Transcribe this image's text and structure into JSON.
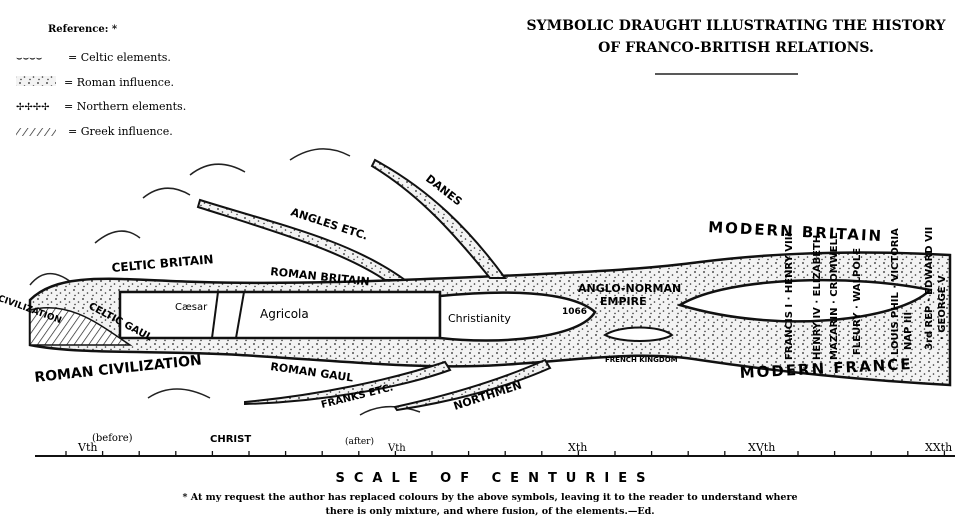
{
  "title": {
    "line1": "SYMBOLIC DRAUGHT ILLUSTRATING THE HISTORY",
    "line2": "OF FRANCO-BRITISH RELATIONS."
  },
  "reference": {
    "heading": "Reference: *",
    "items": [
      {
        "symbol": "celtic-symbol",
        "label": "= Celtic elements."
      },
      {
        "symbol": "roman-symbol",
        "label": "= Roman influence."
      },
      {
        "symbol": "northern-symbol",
        "label": "= Northern elements."
      },
      {
        "symbol": "greek-symbol",
        "label": "= Greek influence."
      }
    ]
  },
  "labels": {
    "celtic_britain": "CELTIC BRITAIN",
    "roman_britain": "ROMAN BRITAIN",
    "angles": "ANGLES ETC.",
    "danes": "DANES",
    "caesar": "Cæsar",
    "agricola": "Agricola",
    "christianity": "Christianity",
    "year_1066": "1066",
    "anglo_norman": "ANGLO-NORMAN",
    "empire": "EMPIRE",
    "greek_civilization": "GREEK CIVILIZATION",
    "celtic_gaul": "CELTIC GAUL",
    "roman_civilization": "ROMAN CIVILIZATION",
    "roman_gaul": "ROMAN GAUL",
    "franks": "FRANKS ETC.",
    "northmen": "NORTHMEN",
    "french_kingdom": "FRENCH KINGDOM",
    "modern_britain": "MODERN BRITAIN",
    "modern_france": "MODERN FRANCE"
  },
  "rulers": [
    "FRANCIS I · HENRY VIII",
    "HENRY IV · ELIZABETH",
    "MAZARIN · CROMWELL",
    "FLEURY · WALPOLE",
    "LOUIS PHIL · VICTORIA",
    "NAP III",
    "3rd REP · EDWARD VII",
    "· GEORGE V"
  ],
  "scale": {
    "title": "SCALE OF CENTURIES",
    "ticks": [
      {
        "label": "Vth",
        "note": "(before)"
      },
      {
        "label": "CHRIST",
        "note": ""
      },
      {
        "label": "Vth",
        "note": "(after)"
      },
      {
        "label": "Xth",
        "note": ""
      },
      {
        "label": "XVth",
        "note": ""
      },
      {
        "label": "XXth",
        "note": ""
      }
    ]
  },
  "footnote": {
    "line1": "* At my request the author has replaced colours by the above symbols, leaving it to the reader to understand where",
    "line2": "there is only mixture, and where fusion, of the elements.—Ed."
  }
}
